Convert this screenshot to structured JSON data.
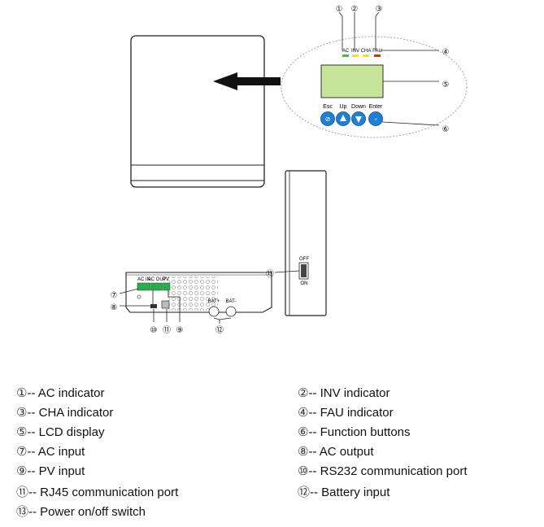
{
  "indicator_labels": [
    "AC",
    "INV",
    "CHA",
    "FAU"
  ],
  "indicator_colors": [
    "#2ecc40",
    "#f2e205",
    "#f2e205",
    "#e0251b"
  ],
  "lcd_color": "#c6e59a",
  "button_color": "#1f7fd0",
  "button_labels": [
    "Esc",
    "Up",
    "Down",
    "Enter"
  ],
  "port_labels": {
    "ac_in": "AC IN",
    "ac_out": "AC OUT",
    "pv": "PV",
    "bat_pos": "BAT+",
    "bat_neg": "BAT-",
    "switch_on": "OFF",
    "switch_off": "ON"
  },
  "callouts": [
    "①",
    "②",
    "③",
    "④",
    "⑤",
    "⑥",
    "⑦",
    "⑧",
    "⑩",
    "⑪",
    "⑨",
    "⑫",
    "⑬"
  ],
  "legend": [
    {
      "sym": "①",
      "text": "-- AC indicator"
    },
    {
      "sym": "②",
      "text": "-- INV indicator"
    },
    {
      "sym": "③",
      "text": "-- CHA indicator"
    },
    {
      "sym": "④",
      "text": "-- FAU indicator"
    },
    {
      "sym": "⑤",
      "text": "-- LCD display"
    },
    {
      "sym": "⑥",
      "text": "-- Function buttons"
    },
    {
      "sym": "⑦",
      "text": "-- AC input"
    },
    {
      "sym": "⑧",
      "text": "-- AC output"
    },
    {
      "sym": "⑨",
      "text": "-- PV input"
    },
    {
      "sym": "⑩",
      "text": "-- RS232 communication port"
    },
    {
      "sym": "⑪",
      "text": "-- RJ45 communication port"
    },
    {
      "sym": "⑫",
      "text": "-- Battery input"
    },
    {
      "sym": "⑬",
      "text": "-- Power on/off switch"
    }
  ]
}
